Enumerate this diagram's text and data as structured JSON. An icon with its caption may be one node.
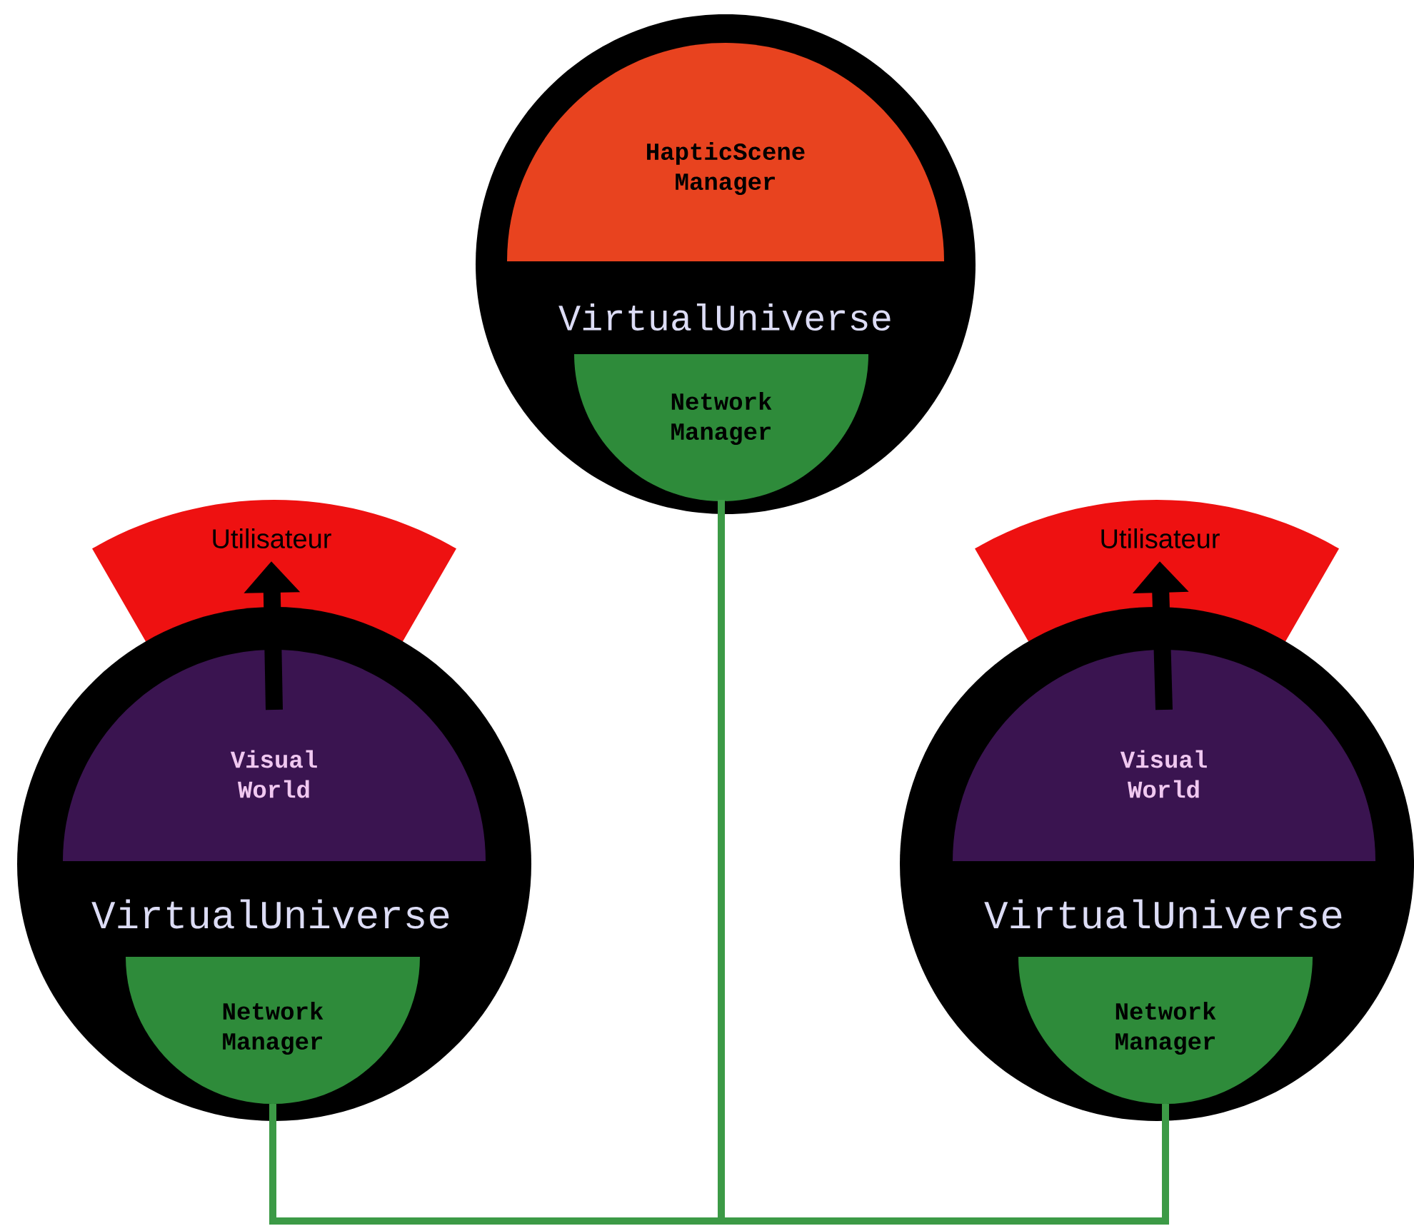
{
  "diagram": {
    "nodes": [
      {
        "text": [
          "VirtualUniverse"
        ]
      },
      {
        "text": [
          "HapticScene Manager"
        ],
        "in": 0
      },
      {
        "text": [
          "Network Manager"
        ],
        "in": 0
      },
      {
        "text": [
          "Utilisateur"
        ]
      },
      {
        "text": [
          "VirtualUniverse"
        ]
      },
      {
        "text": [
          "Visual World"
        ],
        "in": 4
      },
      {
        "text": [
          "Network Manager"
        ],
        "in": 4
      },
      {
        "text": [
          "Utilisateur"
        ]
      },
      {
        "text": [
          "VirtualUniverse"
        ]
      },
      {
        "text": [
          "Visual World"
        ],
        "in": 8
      },
      {
        "text": [
          "Network Manager"
        ],
        "in": 8
      }
    ],
    "edges": [
      {
        "from": 5,
        "to": 3,
        "arrow": "to",
        "style": "thick"
      },
      {
        "from": 9,
        "to": 7,
        "arrow": "to",
        "style": "thick"
      },
      {
        "from": 2,
        "to": 6,
        "arrow": "none",
        "color": "#3c9a46"
      },
      {
        "from": 2,
        "to": 10,
        "arrow": "none",
        "color": "#3c9a46"
      }
    ]
  }
}
